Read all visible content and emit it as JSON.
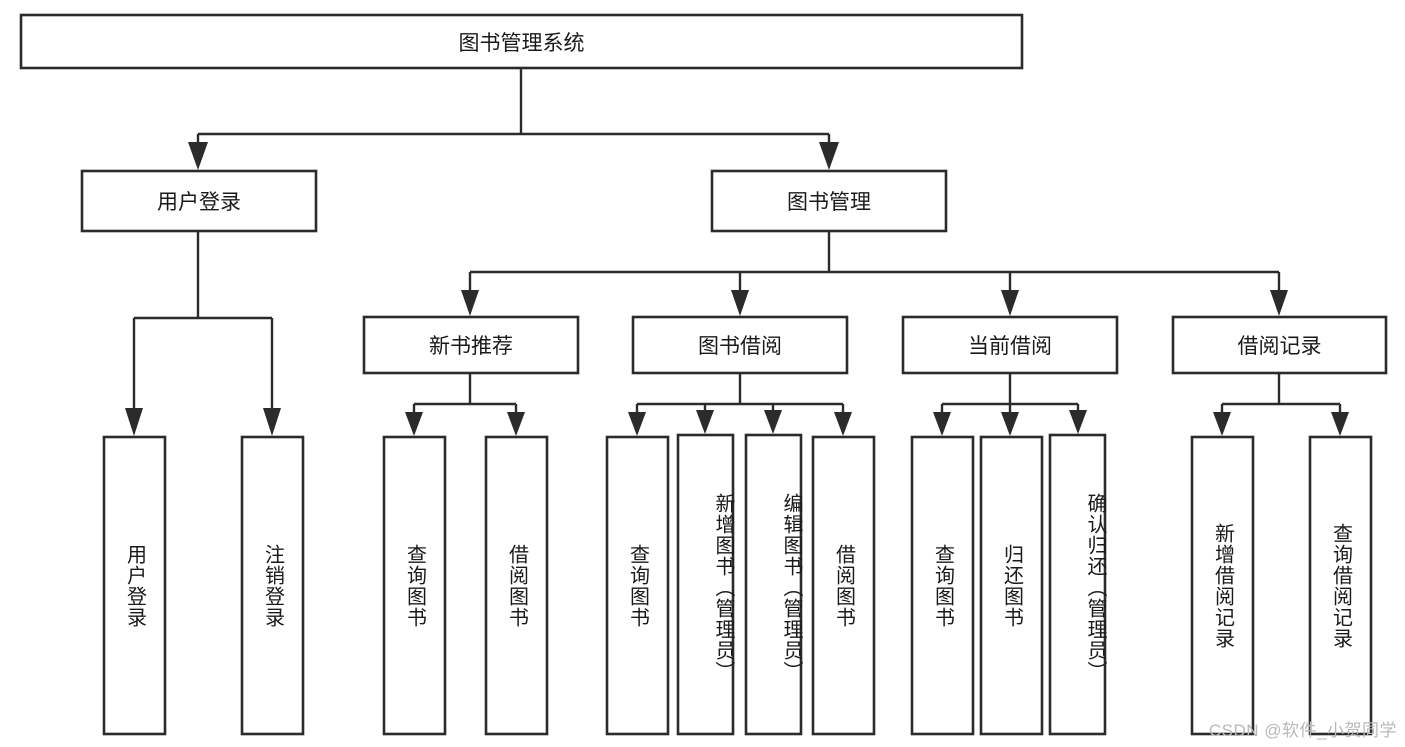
{
  "diagram": {
    "title": "图书管理系统",
    "type": "tree",
    "watermark": "CSDN @软件_小贺同学",
    "colors": {
      "box_stroke": "#2b2b2b",
      "box_fill": "#ffffff",
      "connector": "#2b2b2b",
      "text": "#1a1a1a",
      "watermark": "#b9b9b9",
      "background": "#ffffff"
    },
    "root": {
      "label": "图书管理系统"
    },
    "level2": [
      {
        "label": "用户登录"
      },
      {
        "label": "图书管理"
      }
    ],
    "level3": [
      {
        "label": "新书推荐"
      },
      {
        "label": "图书借阅"
      },
      {
        "label": "当前借阅"
      },
      {
        "label": "借阅记录"
      }
    ],
    "leaves": {
      "user_login": [
        {
          "label": "用户登录"
        },
        {
          "label": "注销登录"
        }
      ],
      "new_book_recommend": [
        {
          "label": "查询图书"
        },
        {
          "label": "借阅图书"
        }
      ],
      "book_borrow": [
        {
          "label": "查询图书"
        },
        {
          "label": "新增图书（管理员）"
        },
        {
          "label": "编辑图书（管理员）"
        },
        {
          "label": "借阅图书"
        }
      ],
      "current_borrow": [
        {
          "label": "查询图书"
        },
        {
          "label": "归还图书"
        },
        {
          "label": "确认归还（管理员）"
        }
      ],
      "borrow_record": [
        {
          "label": "新增借阅记录"
        },
        {
          "label": "查询借阅记录"
        }
      ]
    }
  }
}
